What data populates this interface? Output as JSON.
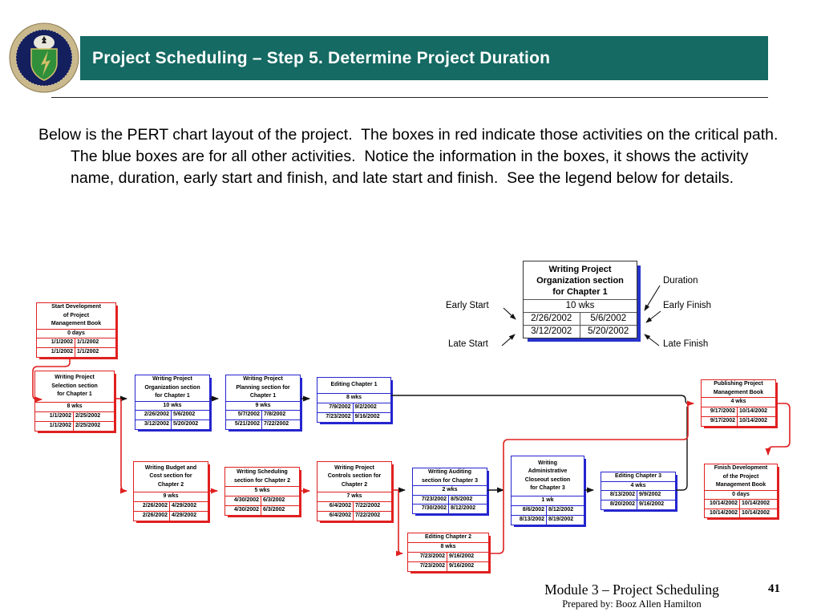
{
  "header": {
    "title": "Project Scheduling – Step 5. Determine Project Duration"
  },
  "intro": "Below is the PERT chart layout of the project.  The boxes in red indicate those activities on the critical path.  The blue boxes are for all other activities.  Notice the information in the boxes, it shows the activity name, duration, early start and finish, and late start and finish.  See the legend below for details.",
  "colors": {
    "critical": "#e02020",
    "normal": "#2525cf",
    "header_bar": "#156a63"
  },
  "legend": {
    "title_lines": [
      "Writing Project",
      "Organization section",
      "for Chapter 1"
    ],
    "duration": "10 wks",
    "early_start": "2/26/2002",
    "early_finish": "5/6/2002",
    "late_start": "3/12/2002",
    "late_finish": "5/20/2002",
    "labels": {
      "early_start": "Early Start",
      "late_start": "Late Start",
      "duration": "Duration",
      "early_finish": "Early Finish",
      "late_finish": "Late Finish"
    }
  },
  "pert": {
    "nodes": [
      {
        "id": "start",
        "critical": true,
        "title": [
          "Start Development",
          "of Project",
          "Management Book"
        ],
        "duration": "0 days",
        "es": "1/1/2002",
        "ef": "1/1/2002",
        "ls": "1/1/2002",
        "lf": "1/1/2002"
      },
      {
        "id": "selection",
        "critical": true,
        "title": [
          "Writing Project",
          "Selection section",
          "for Chapter 1"
        ],
        "duration": "8 wks",
        "es": "1/1/2002",
        "ef": "2/25/2002",
        "ls": "1/1/2002",
        "lf": "2/25/2002"
      },
      {
        "id": "organization",
        "critical": false,
        "title": [
          "Writing Project",
          "Organization section",
          "for Chapter 1"
        ],
        "duration": "10 wks",
        "es": "2/26/2002",
        "ef": "5/6/2002",
        "ls": "3/12/2002",
        "lf": "5/20/2002"
      },
      {
        "id": "planning",
        "critical": false,
        "title": [
          "Writing Project",
          "Planning section for",
          "Chapter 1"
        ],
        "duration": "9 wks",
        "es": "5/7/2002",
        "ef": "7/8/2002",
        "ls": "5/21/2002",
        "lf": "7/22/2002"
      },
      {
        "id": "editing1",
        "critical": false,
        "title": [
          "Editing Chapter 1"
        ],
        "duration": "8 wks",
        "es": "7/9/2002",
        "ef": "9/2/2002",
        "ls": "7/23/2002",
        "lf": "9/16/2002"
      },
      {
        "id": "publishing",
        "critical": true,
        "title": [
          "Publishing Project",
          "Management Book"
        ],
        "duration": "4 wks",
        "es": "9/17/2002",
        "ef": "10/14/2002",
        "ls": "9/17/2002",
        "lf": "10/14/2002"
      },
      {
        "id": "budget",
        "critical": true,
        "title": [
          "Writing Budget and",
          "Cost section for",
          "Chapter 2"
        ],
        "duration": "9 wks",
        "es": "2/26/2002",
        "ef": "4/29/2002",
        "ls": "2/26/2002",
        "lf": "4/29/2002"
      },
      {
        "id": "scheduling",
        "critical": true,
        "title": [
          "Writing Scheduling",
          "section for Chapter 2"
        ],
        "duration": "5 wks",
        "es": "4/30/2002",
        "ef": "6/3/2002",
        "ls": "4/30/2002",
        "lf": "6/3/2002"
      },
      {
        "id": "controls",
        "critical": true,
        "title": [
          "Writing Project",
          "Controls section for",
          "Chapter 2"
        ],
        "duration": "7 wks",
        "es": "6/4/2002",
        "ef": "7/22/2002",
        "ls": "6/4/2002",
        "lf": "7/22/2002"
      },
      {
        "id": "auditing",
        "critical": false,
        "title": [
          "Writing Auditing",
          "section for Chapter 3"
        ],
        "duration": "2 wks",
        "es": "7/23/2002",
        "ef": "8/5/2002",
        "ls": "7/30/2002",
        "lf": "8/12/2002"
      },
      {
        "id": "closeout",
        "critical": false,
        "title": [
          "Writing",
          "Administrative",
          "Closeout section",
          "for Chapter 3"
        ],
        "duration": "1 wk",
        "es": "8/6/2002",
        "ef": "8/12/2002",
        "ls": "8/13/2002",
        "lf": "8/19/2002"
      },
      {
        "id": "editing3",
        "critical": false,
        "title": [
          "Editing Chapter 3"
        ],
        "duration": "4 wks",
        "es": "8/13/2002",
        "ef": "9/9/2002",
        "ls": "8/20/2002",
        "lf": "9/16/2002"
      },
      {
        "id": "editing2",
        "critical": true,
        "title": [
          "Editing Chapter 2"
        ],
        "duration": "8 wks",
        "es": "7/23/2002",
        "ef": "9/16/2002",
        "ls": "7/23/2002",
        "lf": "9/16/2002"
      },
      {
        "id": "finish",
        "critical": true,
        "title": [
          "Finish Development",
          "of the Project",
          "Management Book"
        ],
        "duration": "0 days",
        "es": "10/14/2002",
        "ef": "10/14/2002",
        "ls": "10/14/2002",
        "lf": "10/14/2002"
      }
    ]
  },
  "footer": {
    "module": "Module 3 – Project Scheduling",
    "page": "41",
    "prepared": "Prepared by: Booz Allen Hamilton"
  }
}
